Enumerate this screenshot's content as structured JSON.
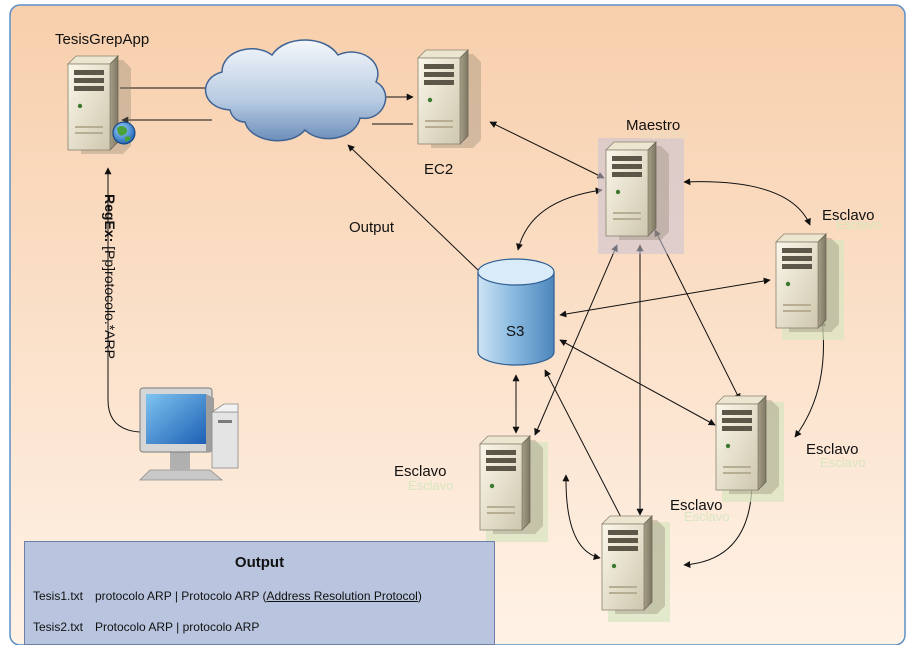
{
  "nodes": {
    "app": "TesisGrepApp",
    "ec2": "EC2",
    "maestro": "Maestro",
    "s3": "S3",
    "esclavo": "Esclavo"
  },
  "edges": {
    "output": "Output",
    "regex_key": "RegEx:",
    "regex_value": "[Pp]rotocolo.*ARP"
  },
  "output_panel": {
    "title": "Output",
    "rows": [
      {
        "file": "Tesis1.txt",
        "text": "protocolo ARP | Protocolo ARP (",
        "link": "Address Resolution Protocol",
        "close": ")"
      },
      {
        "file": "Tesis2.txt",
        "text": "Protocolo ARP | protocolo ARP"
      }
    ]
  },
  "colors": {
    "background_top": "#f9d2b2",
    "background_bottom": "#fff1e4",
    "frame": "#5b8fc7",
    "panel": "#b9c5df",
    "cylinder": "#7fb0d8"
  }
}
